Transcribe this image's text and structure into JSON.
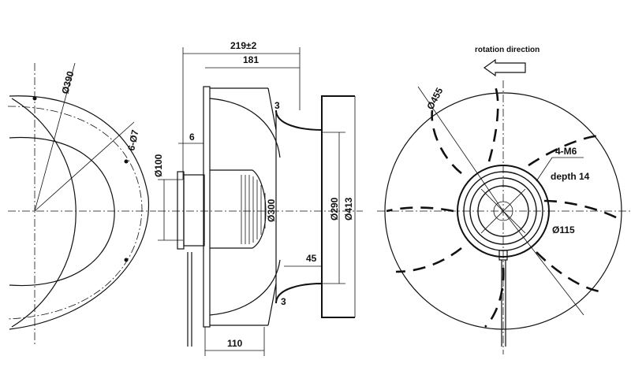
{
  "left_view": {
    "dia_outer": "Ø390",
    "holes": "6-Ø7"
  },
  "side_view": {
    "overall_length": "219±2",
    "inlet_length": "181",
    "gap_top": "3",
    "gap_bottom": "3",
    "flange_thickness": "6",
    "shaft_dia": "Ø100",
    "wheel_dia": "Ø300",
    "inner_dia": "Ø290",
    "outer_dia": "Ø413",
    "depth_45": "45",
    "motor_length": "110"
  },
  "front_view": {
    "rotation_label": "rotation direction",
    "wheel_dia": "Ø455",
    "thread": "4-M6",
    "depth": "depth 14",
    "hub_dia": "Ø115"
  }
}
